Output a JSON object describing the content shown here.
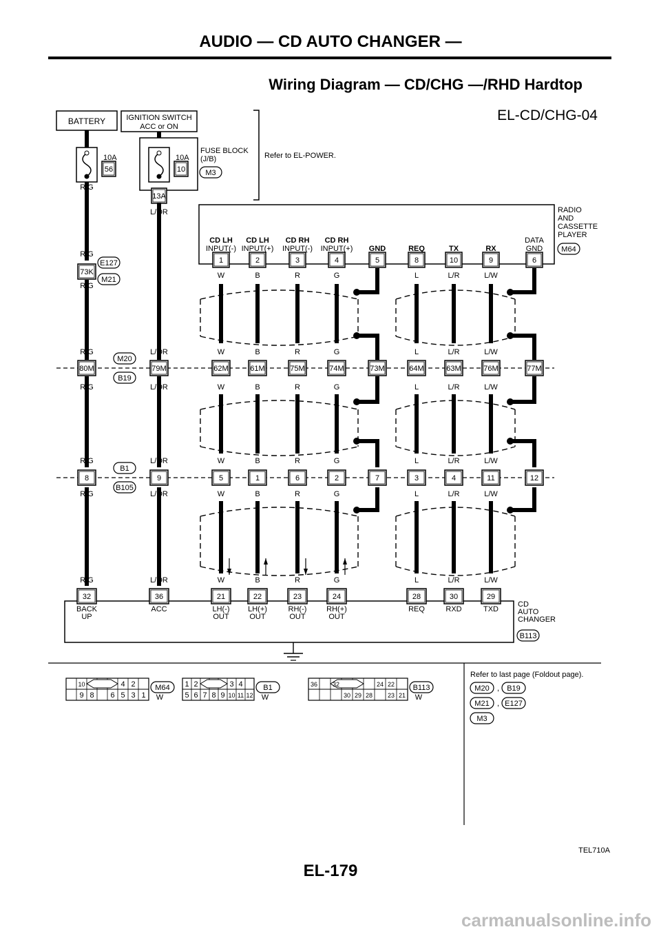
{
  "header": {
    "section_title": "AUDIO — CD AUTO CHANGER —"
  },
  "diagram": {
    "title": "Wiring Diagram — CD/CHG —/RHD Hardtop",
    "code": "EL-CD/CHG-04",
    "battery": "BATTERY",
    "ignition": {
      "line1": "IGNITION SWITCH",
      "line2": "ACC or ON"
    },
    "fuse1": {
      "amp": "10A",
      "num": "56"
    },
    "fuse2": {
      "amp": "10A",
      "num": "10"
    },
    "fuse_block": {
      "line1": "FUSE BLOCK",
      "line2": "(J/B)",
      "conn": "M3",
      "term": "13A"
    },
    "refer_power": "Refer to EL-POWER.",
    "radio": {
      "name_lines": [
        "RADIO",
        "AND",
        "CASSETTE",
        "PLAYER"
      ],
      "conn": "M64",
      "pin_labels": [
        [
          "CD LH",
          "INPUT(-)"
        ],
        [
          "CD LH",
          "INPUT(+)"
        ],
        [
          "CD RH",
          "INPUT(-)"
        ],
        [
          "CD RH",
          "INPUT(+)"
        ],
        [
          "",
          "GND"
        ],
        [
          "",
          "REQ"
        ],
        [
          "",
          "TX"
        ],
        [
          "",
          "RX"
        ],
        [
          "DATA",
          "GND"
        ]
      ],
      "pins": [
        "1",
        "2",
        "3",
        "4",
        "5",
        "8",
        "10",
        "9",
        "6"
      ]
    },
    "wire_colors": {
      "rg": "R/G",
      "lor": "L/OR",
      "w": "W",
      "b": "B",
      "r": "R",
      "g": "G",
      "l": "L",
      "lr": "L/R",
      "lw": "L/W"
    },
    "joint_73k": "73K",
    "conn_e127": "E127",
    "conn_m21": "M21",
    "row_m": {
      "conn_top": "M20",
      "conn_bot": "B19",
      "terms": [
        "80M",
        "79M",
        "62M",
        "61M",
        "75M",
        "74M",
        "73M",
        "64M",
        "63M",
        "76M",
        "77M"
      ]
    },
    "row_b": {
      "conn_top": "B1",
      "conn_bot": "B105",
      "terms": [
        "8",
        "9",
        "5",
        "1",
        "6",
        "2",
        "7",
        "3",
        "4",
        "11",
        "12"
      ]
    },
    "changer": {
      "pins": [
        "32",
        "36",
        "21",
        "22",
        "23",
        "24",
        "28",
        "30",
        "29"
      ],
      "labels": [
        [
          "BACK",
          "UP"
        ],
        [
          "ACC",
          ""
        ],
        [
          "LH(-)",
          "OUT"
        ],
        [
          "LH(+)",
          "OUT"
        ],
        [
          "RH(-)",
          "OUT"
        ],
        [
          "RH(+)",
          "OUT"
        ],
        [
          "REQ",
          ""
        ],
        [
          "RXD",
          ""
        ],
        [
          "TXD",
          ""
        ]
      ],
      "name_lines": [
        "CD",
        "AUTO",
        "CHANGER"
      ],
      "conn": "B113"
    },
    "connectors": [
      {
        "id": "M64",
        "color": "W",
        "top": [
          "",
          "10",
          "",
          "",
          "",
          "4",
          "2"
        ],
        "bot": [
          "",
          "9",
          "8",
          "",
          "6",
          "5",
          "3",
          "1"
        ]
      },
      {
        "id": "B1",
        "color": "W",
        "top": [
          "1",
          "2",
          "",
          "",
          "",
          "3",
          "4"
        ],
        "bot": [
          "5",
          "6",
          "7",
          "8",
          "9",
          "10",
          "11",
          "12"
        ]
      },
      {
        "id": "B113",
        "color": "W",
        "top": [
          "36",
          "",
          "32",
          "",
          "",
          "",
          "24",
          "22"
        ],
        "bot": [
          "",
          "",
          "",
          "30",
          "29",
          "28",
          "",
          "23",
          "21"
        ]
      }
    ],
    "foldout": {
      "text": "Refer to last page (Foldout page).",
      "comma": ",",
      "pairs": [
        [
          "M20",
          "B19"
        ],
        [
          "M21",
          "E127"
        ],
        [
          "M3",
          ""
        ]
      ]
    },
    "fig_code": "TEL710A"
  },
  "footer": {
    "page_number": "EL-179"
  },
  "watermark": "carmanualsonline.info"
}
